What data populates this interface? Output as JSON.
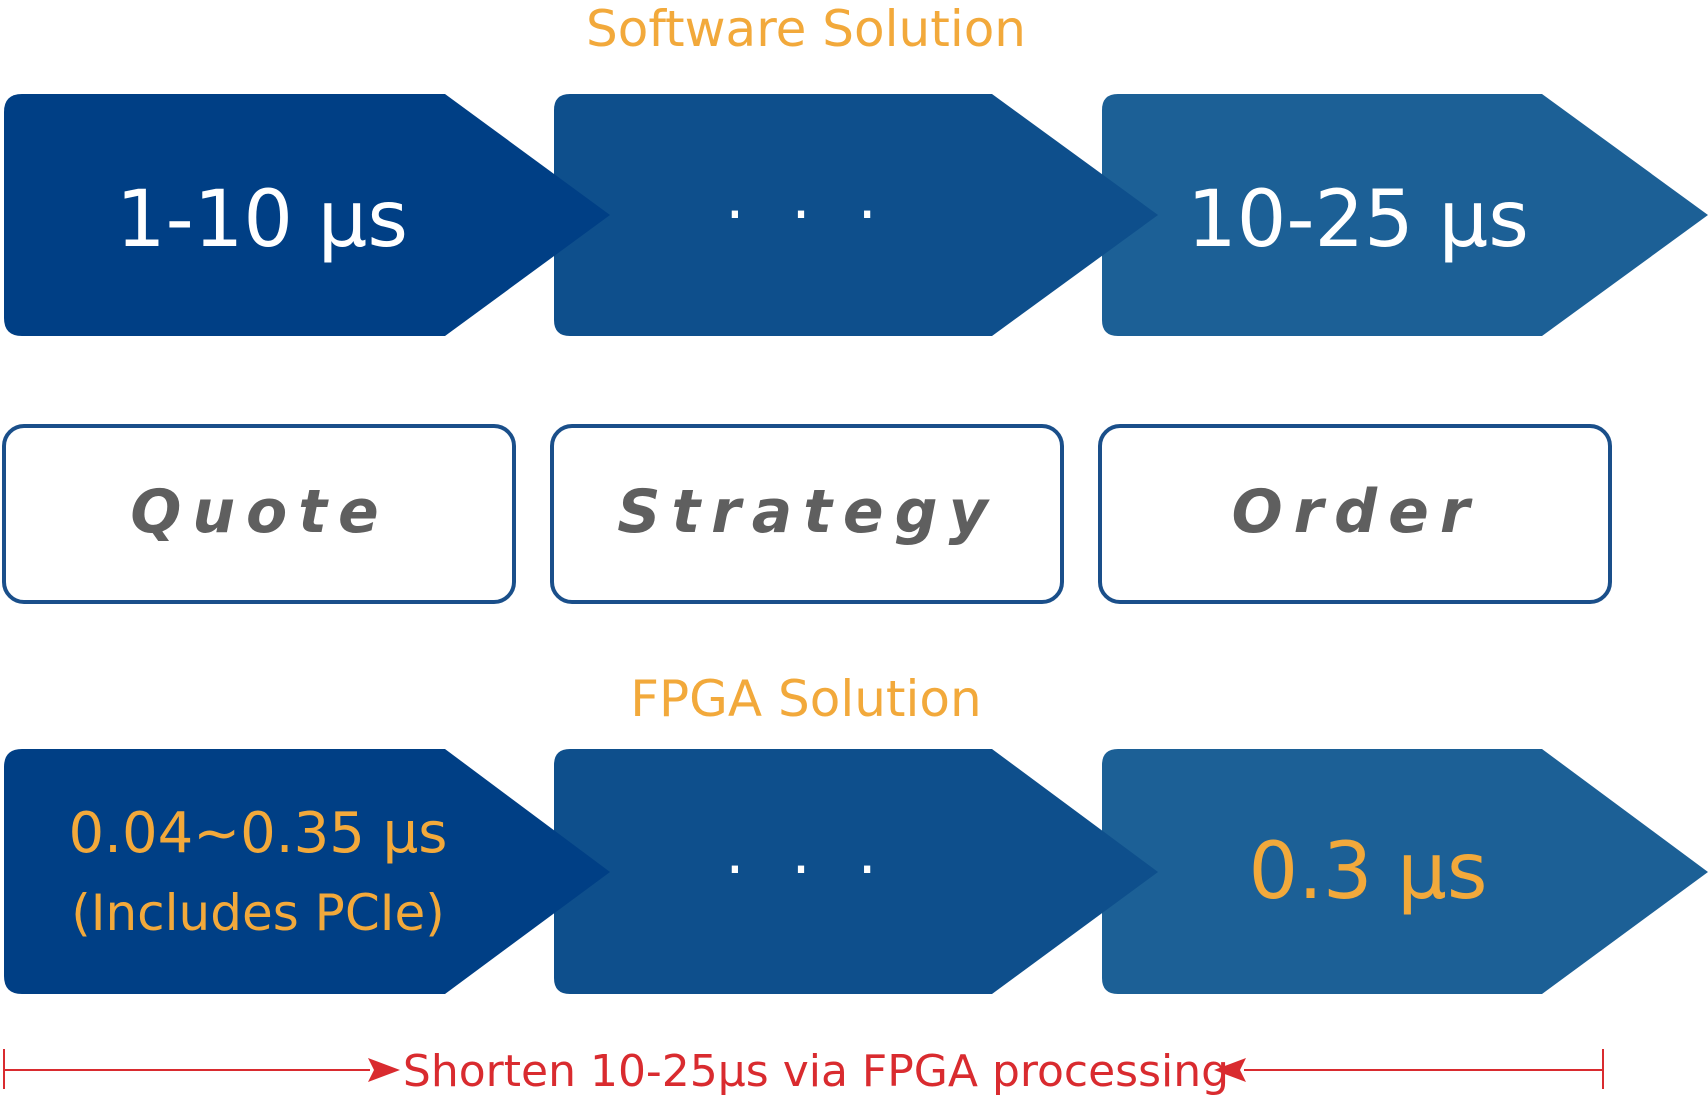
{
  "software": {
    "title": "Software Solution",
    "blocks": [
      {
        "label": "1-10 μs"
      },
      {
        "label": "· · ·"
      },
      {
        "label": "10-25 μs"
      }
    ]
  },
  "stages": [
    "Quote",
    "Strategy",
    "Order"
  ],
  "fpga": {
    "title": "FPGA Solution",
    "blocks": [
      {
        "label": "0.04~0.35 μs",
        "sublabel": "(Includes PCIe)"
      },
      {
        "label": "· · ·"
      },
      {
        "label": "0.3 μs"
      }
    ]
  },
  "footer": {
    "note": "Shorten 10-25μs via FPGA processing"
  },
  "colors": {
    "block_1": "#003F85",
    "block_2": "#0E4F8C",
    "block_3": "#1C6096",
    "accent_orange": "#F2A93B",
    "stage_border": "#1A4F8A",
    "note_red": "#D92B2F"
  }
}
